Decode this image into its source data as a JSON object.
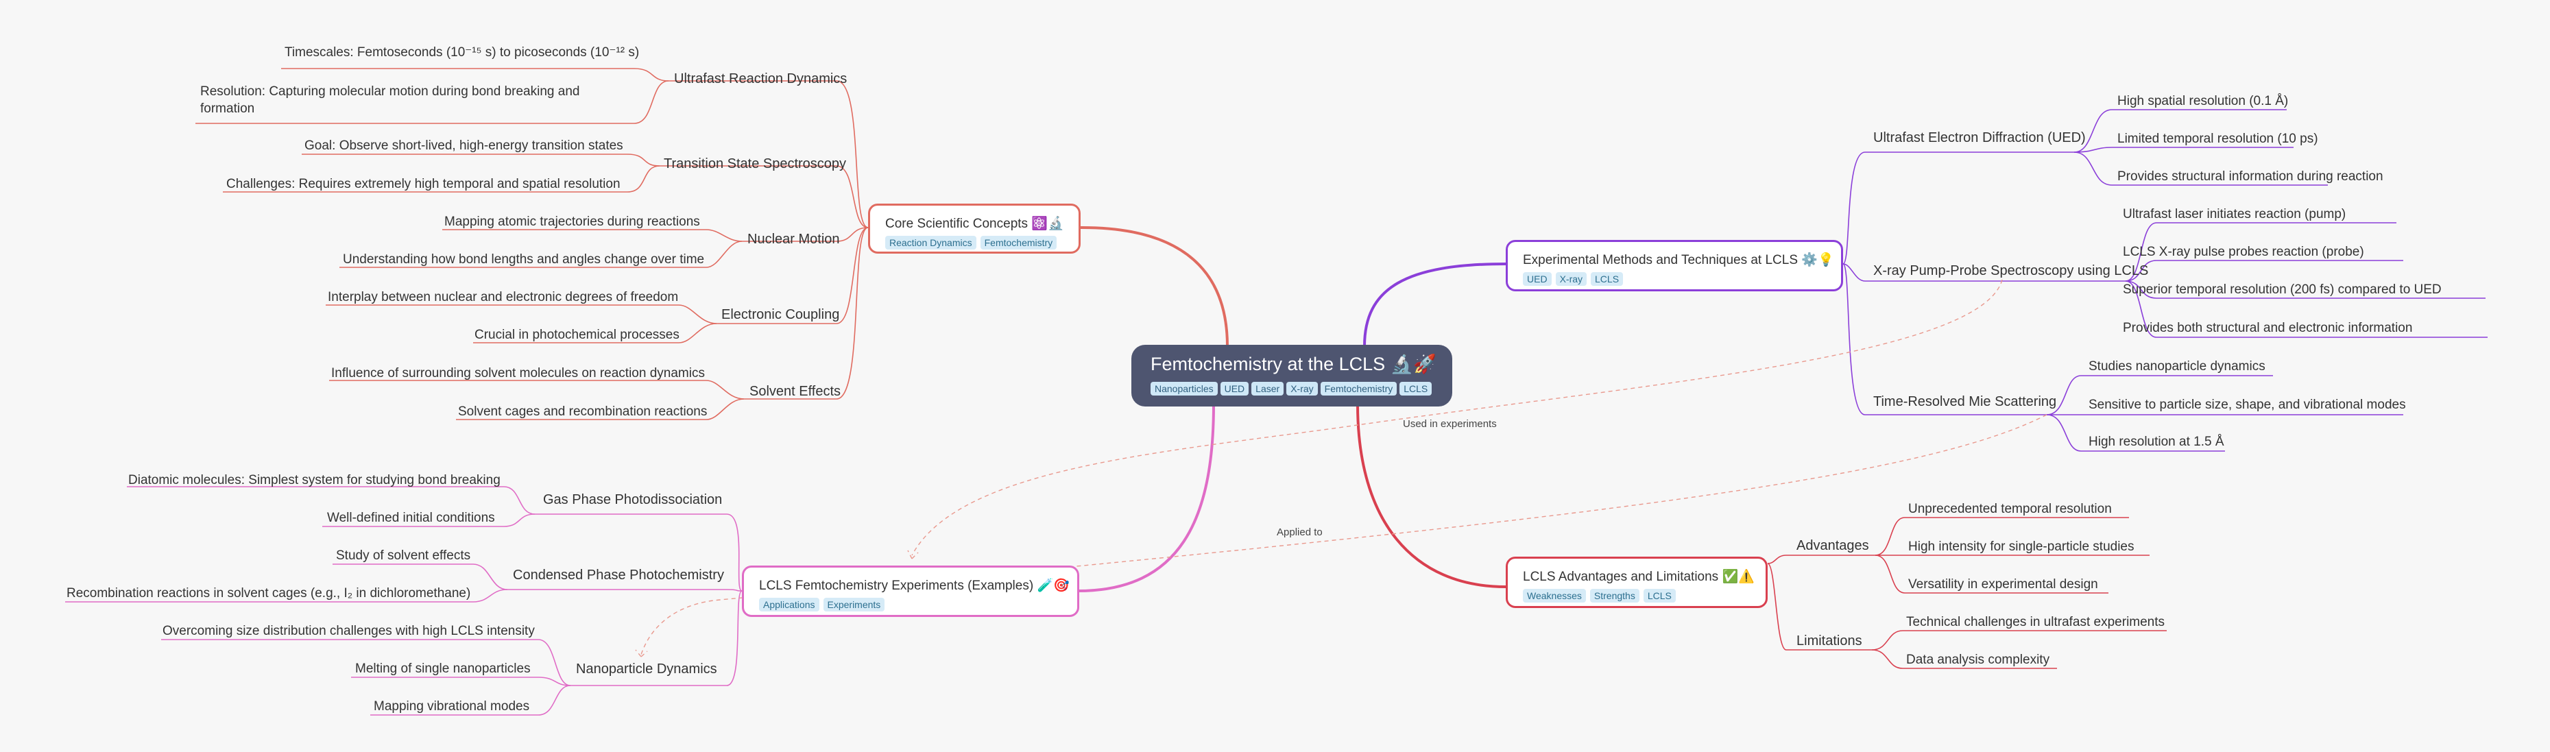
{
  "root": {
    "title": "Femtochemistry at the LCLS 🔬🚀",
    "tags": [
      "Nanoparticles",
      "UED",
      "Laser",
      "X-ray",
      "Femtochemistry",
      "LCLS"
    ]
  },
  "branches": {
    "core": {
      "title": "Core Scientific Concepts ⚛️🔬",
      "tags": [
        "Reaction Dynamics",
        "Femtochemistry"
      ],
      "color": "#e06b60",
      "subs": [
        {
          "label": "Ultrafast Reaction Dynamics",
          "leaves": [
            "Timescales: Femtoseconds (10⁻¹⁵ s) to picoseconds (10⁻¹² s)",
            "Resolution: Capturing molecular motion during bond breaking and formation"
          ]
        },
        {
          "label": "Transition State Spectroscopy",
          "leaves": [
            "Goal: Observe short-lived, high-energy transition states",
            "Challenges:  Requires extremely high temporal and spatial resolution"
          ]
        },
        {
          "label": "Nuclear Motion",
          "leaves": [
            "Mapping atomic trajectories during reactions",
            "Understanding how bond lengths and angles change over time"
          ]
        },
        {
          "label": "Electronic Coupling",
          "leaves": [
            "Interplay between nuclear and electronic degrees of freedom",
            "Crucial in photochemical processes"
          ]
        },
        {
          "label": "Solvent Effects",
          "leaves": [
            "Influence of surrounding solvent molecules on reaction dynamics",
            "Solvent cages and recombination reactions"
          ]
        }
      ]
    },
    "methods": {
      "title": "Experimental Methods and Techniques at LCLS ⚙️💡",
      "tags": [
        "UED",
        "X-ray",
        "LCLS"
      ],
      "color": "#8b3fd9",
      "subs": [
        {
          "label": "Ultrafast Electron Diffraction (UED)",
          "leaves": [
            "High spatial resolution (0.1 Å)",
            "Limited temporal resolution (10 ps)",
            "Provides structural information during reaction"
          ]
        },
        {
          "label": "X-ray Pump-Probe Spectroscopy using LCLS",
          "leaves": [
            "Ultrafast laser initiates reaction (pump)",
            "LCLS X-ray pulse probes reaction (probe)",
            "Superior temporal resolution (200 fs) compared to UED",
            "Provides both structural and electronic information"
          ]
        },
        {
          "label": "Time-Resolved Mie Scattering",
          "leaves": [
            "Studies nanoparticle dynamics",
            "Sensitive to particle size, shape, and vibrational modes",
            "High resolution at 1.5 Å"
          ]
        }
      ]
    },
    "experiments": {
      "title": "LCLS Femtochemistry Experiments (Examples) 🧪🎯",
      "tags": [
        "Applications",
        "Experiments"
      ],
      "color": "#e06cc6",
      "subs": [
        {
          "label": "Gas Phase Photodissociation",
          "leaves": [
            "Diatomic molecules: Simplest system for studying bond breaking",
            "Well-defined initial conditions"
          ]
        },
        {
          "label": "Condensed Phase Photochemistry",
          "leaves": [
            "Study of solvent effects",
            "Recombination reactions in solvent cages (e.g., I₂ in dichloromethane)"
          ]
        },
        {
          "label": "Nanoparticle Dynamics",
          "leaves": [
            "Overcoming size distribution challenges with high LCLS intensity",
            "Melting of single nanoparticles",
            "Mapping vibrational modes"
          ]
        }
      ]
    },
    "advantages": {
      "title": "LCLS Advantages and Limitations ✅⚠️",
      "tags": [
        "Weaknesses",
        "Strengths",
        "LCLS"
      ],
      "color": "#d9404f",
      "subs": [
        {
          "label": "Advantages",
          "leaves": [
            "Unprecedented temporal resolution",
            "High intensity for single-particle studies",
            "Versatility in experimental design"
          ]
        },
        {
          "label": "Limitations",
          "leaves": [
            "Technical challenges in ultrafast experiments",
            "Data analysis complexity"
          ]
        }
      ]
    }
  },
  "relations": [
    "Used in experiments",
    "Applied to"
  ]
}
